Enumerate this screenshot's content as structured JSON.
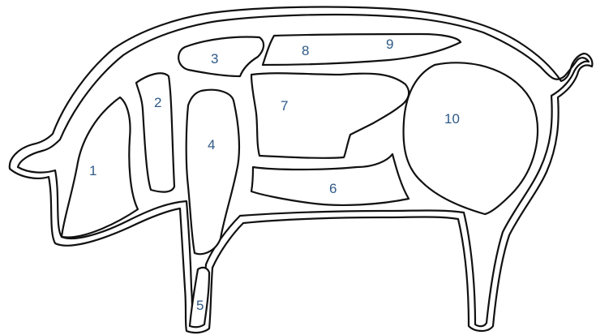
{
  "diagram": {
    "colors": {
      "outline": "#111111",
      "label": "#2f5a86",
      "background": "#ffffff"
    },
    "cuts": [
      {
        "id": "1",
        "label": "1"
      },
      {
        "id": "2",
        "label": "2"
      },
      {
        "id": "3",
        "label": "3"
      },
      {
        "id": "4",
        "label": "4"
      },
      {
        "id": "5",
        "label": "5"
      },
      {
        "id": "6",
        "label": "6"
      },
      {
        "id": "7",
        "label": "7"
      },
      {
        "id": "8",
        "label": "8"
      },
      {
        "id": "9",
        "label": "9"
      },
      {
        "id": "10",
        "label": "10"
      }
    ]
  }
}
